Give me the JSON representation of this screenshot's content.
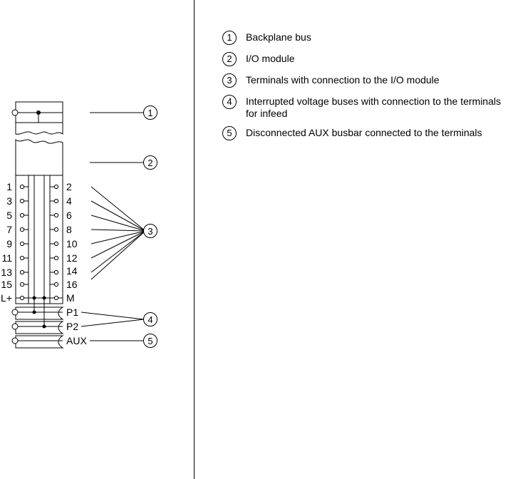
{
  "legend": [
    {
      "num": "1",
      "text": "Backplane bus"
    },
    {
      "num": "2",
      "text": "I/O module"
    },
    {
      "num": "3",
      "text": "Terminals with connection to the I/O module"
    },
    {
      "num": "4",
      "text": "Interrupted voltage buses with connection to the terminals for infeed"
    },
    {
      "num": "5",
      "text": "Disconnected AUX busbar connected to the terminals"
    }
  ],
  "callouts": [
    "1",
    "2",
    "3",
    "4",
    "5"
  ],
  "terminals": {
    "left": [
      "1",
      "3",
      "5",
      "7",
      "9",
      "11",
      "13",
      "15",
      "L+"
    ],
    "right": [
      "2",
      "4",
      "6",
      "8",
      "10",
      "12",
      "14",
      "16",
      "M"
    ],
    "bus": [
      "P1",
      "P2",
      "AUX"
    ]
  }
}
